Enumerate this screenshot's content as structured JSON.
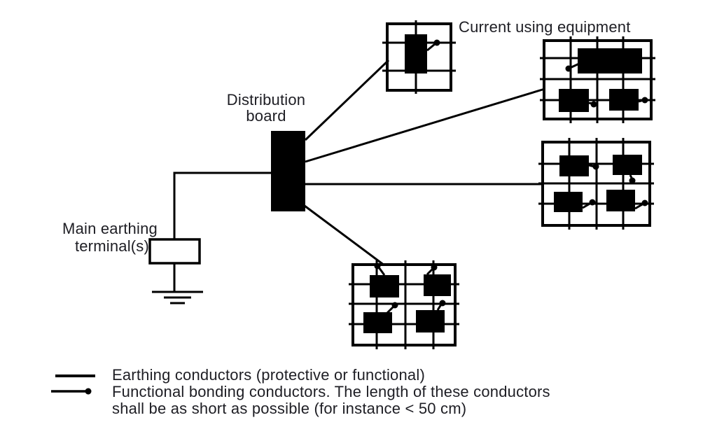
{
  "figure": {
    "background": "#ffffff",
    "ink_color": "#000000",
    "text_color": "#1e1e24"
  },
  "labels": {
    "distribution_board_line1": "Distribution",
    "distribution_board_line2": "board",
    "main_earthing_line1": "Main earthing",
    "main_earthing_line2": "terminal(s)",
    "current_using_equipment": "Current using equipment"
  },
  "legend": {
    "earthing": {
      "symbol": "solid-line",
      "label": "Earthing conductors (protective or functional)"
    },
    "bonding": {
      "symbol": "line-with-end-dot",
      "label_line1": "Functional bonding conductors. The length of these conductors",
      "label_line2": "shall be as short as possible (for instance < 50 cm)"
    }
  }
}
